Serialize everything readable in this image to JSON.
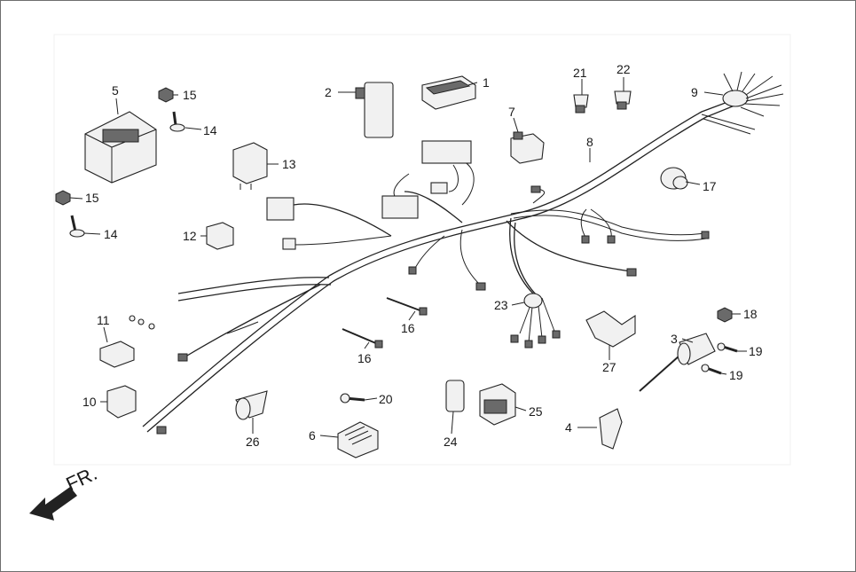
{
  "diagram": {
    "direction_label": "FR.",
    "callouts": [
      {
        "id": "1",
        "text": "1"
      },
      {
        "id": "2",
        "text": "2"
      },
      {
        "id": "3",
        "text": "3"
      },
      {
        "id": "4",
        "text": "4"
      },
      {
        "id": "5",
        "text": "5"
      },
      {
        "id": "6",
        "text": "6"
      },
      {
        "id": "7",
        "text": "7"
      },
      {
        "id": "8",
        "text": "8"
      },
      {
        "id": "9",
        "text": "9"
      },
      {
        "id": "10",
        "text": "10"
      },
      {
        "id": "11",
        "text": "11"
      },
      {
        "id": "12",
        "text": "12"
      },
      {
        "id": "13",
        "text": "13"
      },
      {
        "id": "14a",
        "text": "14"
      },
      {
        "id": "14b",
        "text": "14"
      },
      {
        "id": "15a",
        "text": "15"
      },
      {
        "id": "15b",
        "text": "15"
      },
      {
        "id": "16a",
        "text": "16"
      },
      {
        "id": "16b",
        "text": "16"
      },
      {
        "id": "17",
        "text": "17"
      },
      {
        "id": "18",
        "text": "18"
      },
      {
        "id": "19a",
        "text": "19"
      },
      {
        "id": "19b",
        "text": "19"
      },
      {
        "id": "20",
        "text": "20"
      },
      {
        "id": "21",
        "text": "21"
      },
      {
        "id": "22",
        "text": "22"
      },
      {
        "id": "23",
        "text": "23"
      },
      {
        "id": "24",
        "text": "24"
      },
      {
        "id": "25",
        "text": "25"
      },
      {
        "id": "26",
        "text": "26"
      },
      {
        "id": "27",
        "text": "27"
      }
    ]
  }
}
